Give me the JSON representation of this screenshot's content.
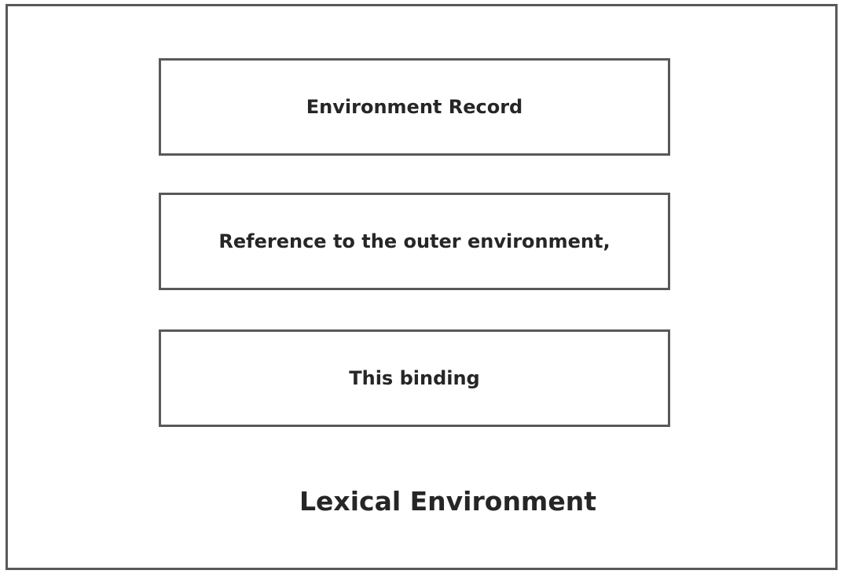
{
  "diagram": {
    "container_label": "Lexical Environment",
    "components": [
      {
        "label": "Environment Record"
      },
      {
        "label": "Reference to the outer environment,"
      },
      {
        "label": "This binding"
      }
    ]
  },
  "colors": {
    "border": "#595959",
    "text": "#262626",
    "background": "#ffffff"
  }
}
